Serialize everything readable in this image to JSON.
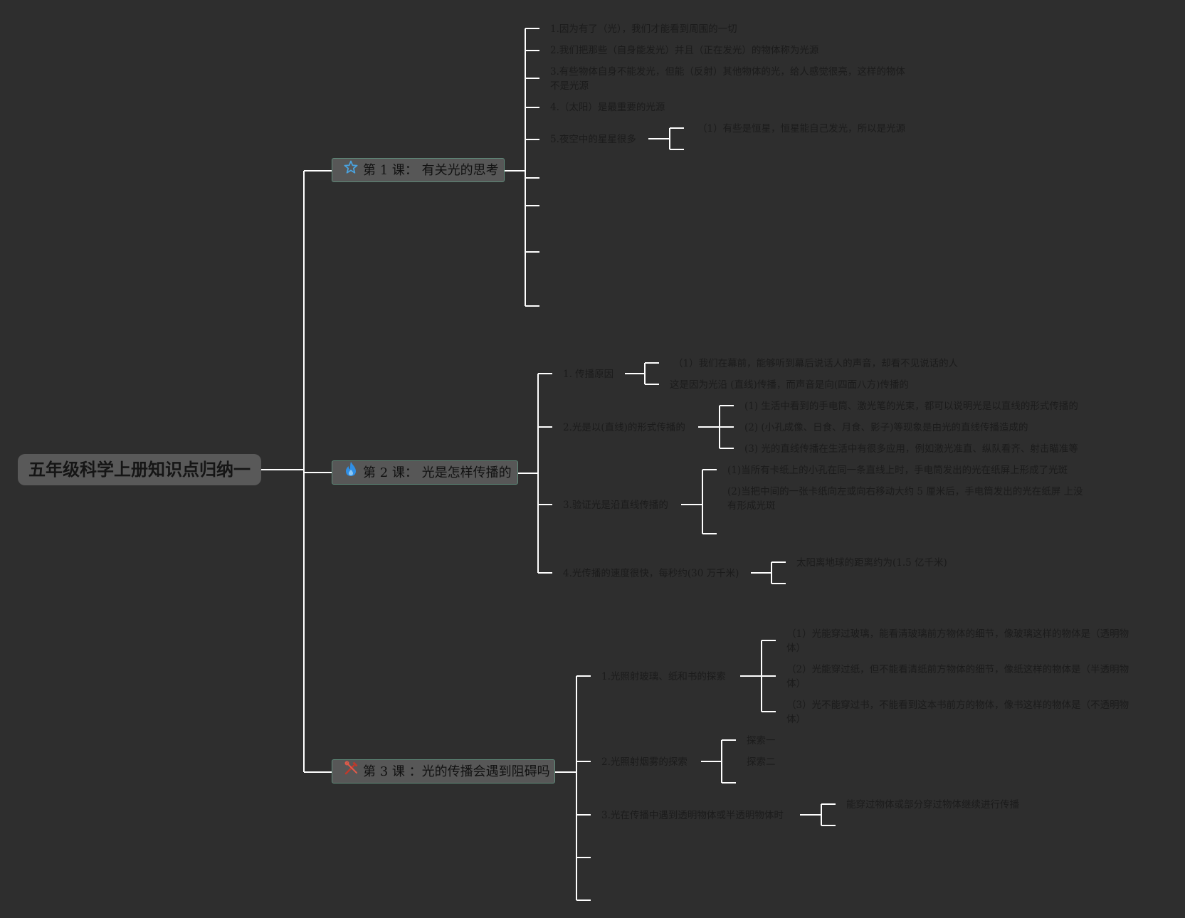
{
  "root": "五年级科学上册知识点归纳一",
  "lesson1": {
    "title": "第 1 课： 有关光的思考",
    "icon": "star-icon",
    "items": [
      "1.因为有了（光），我们才能看到周围的一切",
      "2.我们把那些（自身能发光）并且（正在发光）的物体称为光源",
      "3.有些物体自身不能发光，但能（反射）其他物体的光，给人感觉很亮，这样的物体不是光源",
      "4.（太阳）是最重要的光源",
      "5.夜空中的星星很多"
    ],
    "star_detail": "（1）有些是恒星，恒星能自己发光，所以是光源"
  },
  "lesson2": {
    "title": "第 2 课： 光是怎样传播的",
    "icon": "flame-icon",
    "items": [
      {
        "label": "1. 传播原因",
        "children": [
          "（1）我们在幕前，能够听到幕后说话人的声音，却看不见说话的人",
          "这是因为光沿 (直线)传播，而声音是向(四面八方)传播的"
        ]
      },
      {
        "label": "2.光是以(直线)的形式传播的",
        "children": [
          "(1) 生活中看到的手电筒、激光笔的光束，都可以说明光是以直线的形式传播的",
          "(2) (小孔成像、日食、月食、影子)等现象是由光的直线传播造成的",
          "(3) 光的直线传播在生活中有很多应用，例如激光准直、纵队看齐、射击瞄准等"
        ]
      },
      {
        "label": "3.验证光是沿直线传播的",
        "children": [
          "(1)当所有卡纸上的小孔在同一条直线上时，手电筒发出的光在纸屏上形成了光斑",
          "(2)当把中间的一张卡纸向左或向右移动大约 5 厘米后，手电筒发出的光在纸屏 上没有形成光斑"
        ]
      },
      {
        "label": "4.光传播的速度很快，每秒约(30 万千米)",
        "children": [
          "太阳离地球的距离约为(1.5 亿千米)"
        ]
      }
    ]
  },
  "lesson3": {
    "title": "第 3 课 ：光的传播会遇到阻碍吗",
    "icon": "tools-icon",
    "items": [
      {
        "label": "1.光照射玻璃、纸和书的探索",
        "children": [
          "（1）光能穿过玻璃，能看清玻璃前方物体的细节，像玻璃这样的物体是（透明物体）",
          "（2）光能穿过纸，但不能看清纸前方物体的细节，像纸这样的物体是（半透明物体）",
          "（3）光不能穿过书，不能看到这本书前方的物体，像书这样的物体是（不透明物体）"
        ]
      },
      {
        "label": "2.光照射烟雾的探索",
        "children": [
          "探索一",
          "探索二"
        ]
      },
      {
        "label": "3.光在传播中遇到透明物体或半透明物体时",
        "children": [
          "能穿过物体或部分穿过物体继续进行传播"
        ]
      }
    ]
  },
  "colors": {
    "background": "#2e2e2e",
    "line": "#ffffff",
    "root_fill": "#595959",
    "lesson_fill": "#575757",
    "lesson_border": "#5f8b7a",
    "star_icon": "#4aa3e0",
    "flame_icon": "#2f8fe6",
    "tools_icon": "#c0392b"
  }
}
